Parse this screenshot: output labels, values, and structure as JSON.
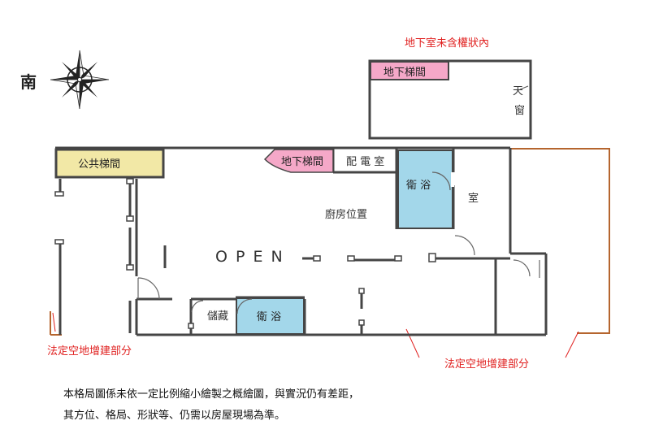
{
  "compass": {
    "direction_label": "南",
    "icon": "compass-rose-icon"
  },
  "basement": {
    "caption": "地下室未含權狀內",
    "stair_label": "地下梯間",
    "skylight_chars": [
      "天",
      "窗"
    ]
  },
  "rooms": {
    "public_stair": "公共梯間",
    "basement_stair": "地下梯間",
    "electric_room": "配 電 室",
    "bathroom_upper": "衛 浴",
    "room": "室",
    "kitchen": "廚房位置",
    "open_area": "O P E N",
    "storage": "儲藏",
    "bathroom_lower": "衛 浴"
  },
  "extension_labels": {
    "left": "法定空地增建部分",
    "right": "法定空地增建部分"
  },
  "disclaimer": [
    "本格局圖係未依一定比例縮小繪製之概繪圖，與實況仍有差距，",
    "其方位、格局、形狀等、仍需以房屋現場為準。"
  ],
  "colors": {
    "wall": "#454545",
    "stair_pink": "#f5a8c8",
    "public_stair_fill": "#f2e8a6",
    "bathroom_fill": "#a3d7ea",
    "extension_line": "#b5652e",
    "caption_red": "#e0201f"
  }
}
